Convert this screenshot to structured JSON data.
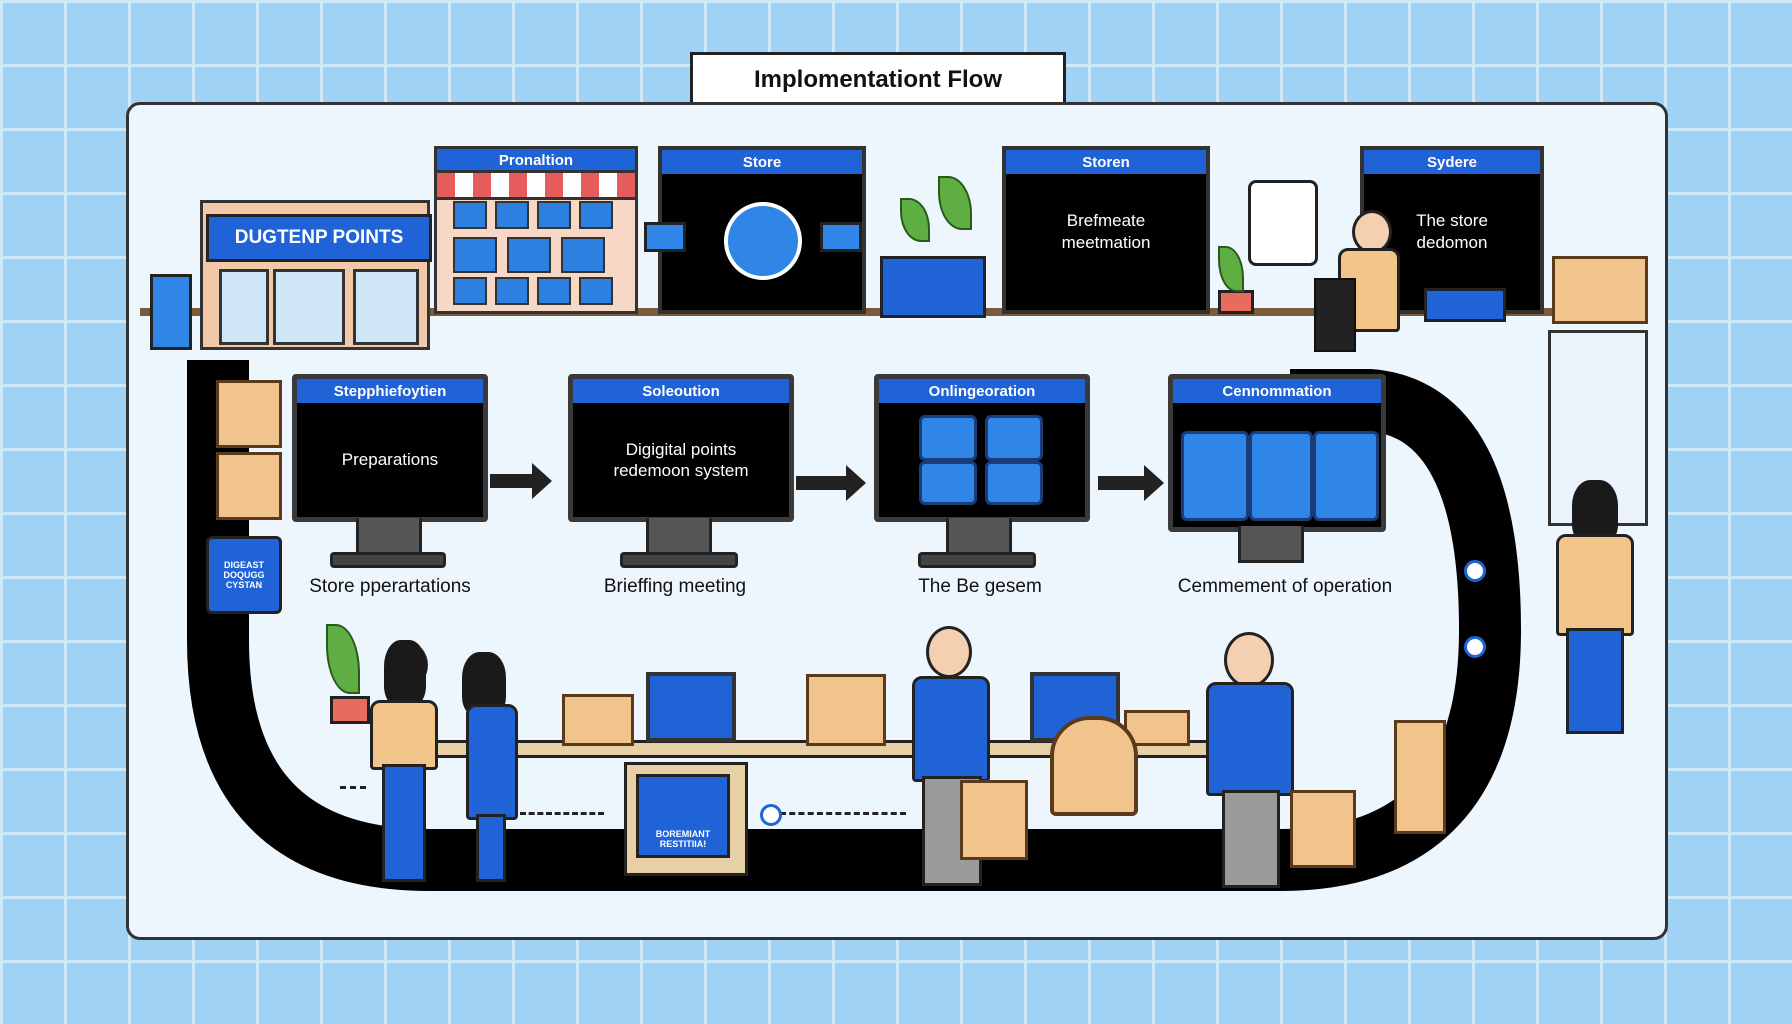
{
  "title": "Implomentationt Flow",
  "top_row": {
    "store_sign": "DUGTENP POINTS",
    "promo_header": "Pronaltion",
    "screen1_header": "Store",
    "screen2_header": "Storen",
    "screen2_text": "Brefmeate\nmeetmation",
    "screen3_header": "Sydere",
    "screen3_text": "The store\ndedomon"
  },
  "steps": [
    {
      "header": "Stepphiefoytien",
      "text": "Preparations",
      "caption": "Store pperartations"
    },
    {
      "header": "Soleoution",
      "text": "Digigital points\nredemoon system",
      "caption": "Brieffing meeting"
    },
    {
      "header": "Onlingeoration",
      "text": "",
      "caption": "The Be gesem"
    },
    {
      "header": "Cennommation",
      "text": "",
      "caption": "Cemmement of operation"
    }
  ],
  "side_card_text": "DIGEAST\nDOQUGG\nCYSTAN",
  "kiosk_text": "BOREMIANT\nRESTITIIA!",
  "colors": {
    "accent": "#1f63d6",
    "background": "#9fd2f4",
    "track": "#000000"
  }
}
